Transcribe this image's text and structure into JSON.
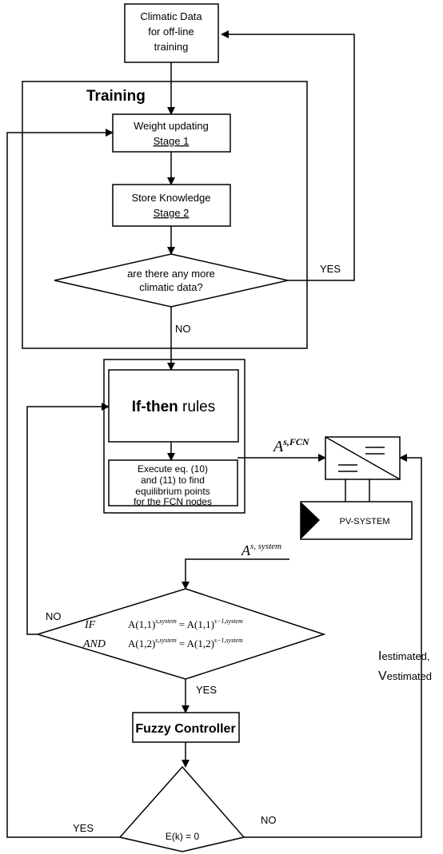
{
  "nodes": {
    "climatic_data": [
      "Climatic Data",
      "for off-line",
      "training"
    ],
    "training_title": "Training",
    "weight_updating": "Weight updating",
    "stage1": "Stage 1",
    "store_knowledge": "Store Knowledge",
    "stage2": "Stage 2",
    "more_data": [
      "are there any more",
      "climatic data?"
    ],
    "ifthen_bold": "If-then",
    "ifthen_rest": " rules",
    "execute": [
      "Execute eq. (10)",
      "and (11) to find",
      "equilibrium points",
      "for the FCN nodes"
    ],
    "pv_system": "PV-SYSTEM",
    "fuzzy_controller": "Fuzzy Controller",
    "error_check": "E(k) = 0"
  },
  "condition": {
    "if_kw": "IF",
    "and_kw": "AND",
    "line1": {
      "lhs": "A(1,1)",
      "lhs_sup": "s,system",
      "rhs": "= A(1,1)",
      "rhs_sup": "s−1,system"
    },
    "line2": {
      "lhs": "A(1,2)",
      "lhs_sup": "s,system",
      "rhs": "= A(1,2)",
      "rhs_sup": "s−1,system"
    }
  },
  "labels": {
    "yes_more": "YES",
    "no_more": "NO",
    "afcn_base": "A",
    "afcn_sup": "s,FCN",
    "asys_base": "A",
    "asys_sup": "s, system",
    "no_cond": "NO",
    "yes_cond": "YES",
    "yes_err": "YES",
    "no_err": "NO",
    "i_base": "I",
    "i_sub": "estimated,",
    "v_base": "V",
    "v_sub": "estimated"
  }
}
